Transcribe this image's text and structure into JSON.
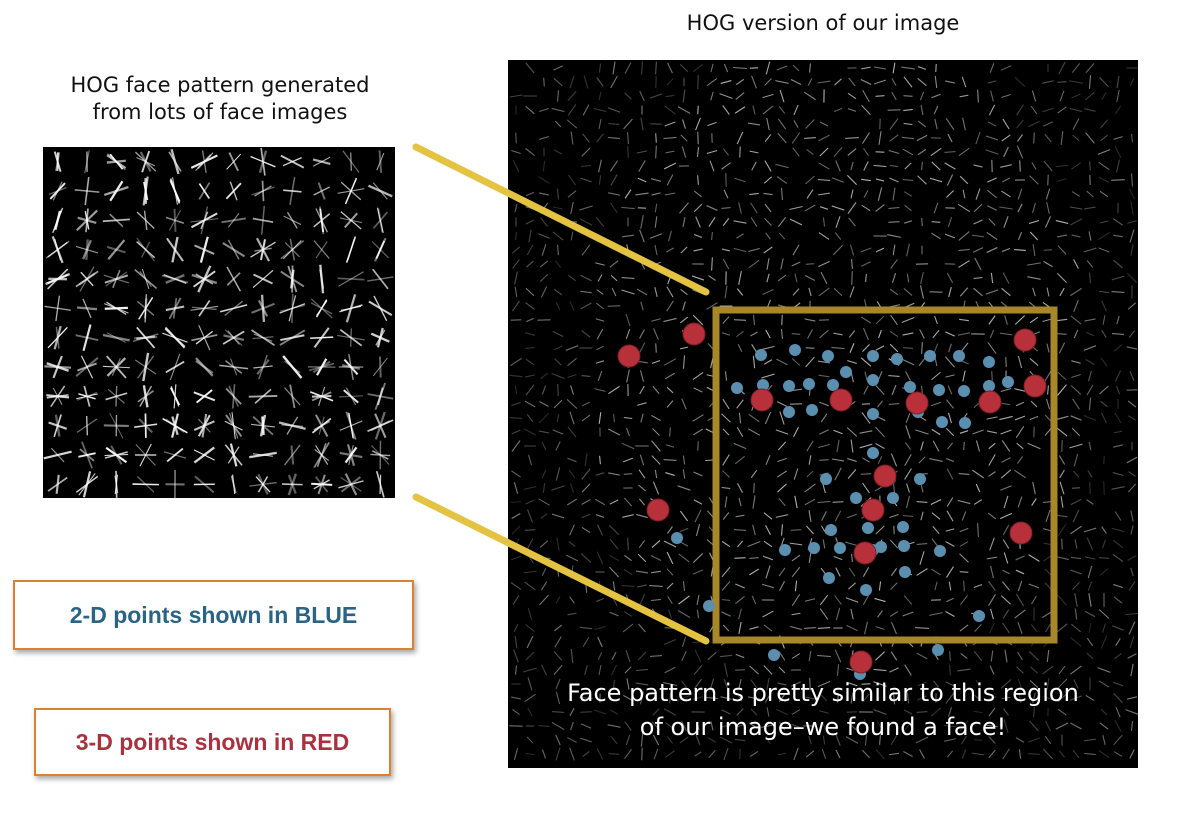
{
  "captions": {
    "left_line1": "HOG face pattern generated",
    "left_line2": "from lots of face images",
    "right": "HOG version of our image"
  },
  "overlay": {
    "line1": "Face pattern is pretty similar to this region",
    "line2": "of our image–we found a face!"
  },
  "legend": {
    "blue_label": "2-D points shown in BLUE",
    "red_label": "3-D points shown in RED"
  },
  "colors": {
    "blue_point": "#5b8fb0",
    "red_point": "#b8303a",
    "detection_box": "#a8862a",
    "connector": "#e3c341",
    "legend_border": "#e07f2c",
    "blue_text": "#2b6384",
    "red_text": "#a8323f"
  }
}
